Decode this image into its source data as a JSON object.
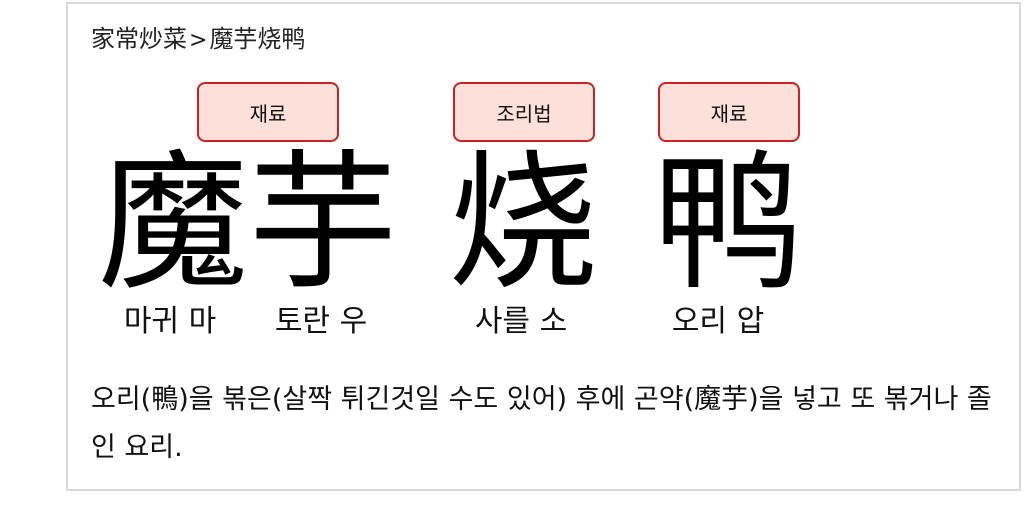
{
  "breadcrumb": {
    "category": "家常炒菜",
    "separator": ">",
    "current": "魔芋烧鸭"
  },
  "tags": [
    "재료",
    "조리법",
    "재료"
  ],
  "characters": [
    {
      "char": "魔",
      "reading": "마귀 마"
    },
    {
      "char": "芋",
      "reading": "토란 우"
    },
    {
      "char": "烧",
      "reading": "사를 소"
    },
    {
      "char": "鸭",
      "reading": "오리 압"
    }
  ],
  "description": "오리(鴨)을 볶은(살짝 튀긴것일 수도 있어) 후에 곤약(魔芋)을 넣고 또 볶거나 졸인 요리.",
  "colors": {
    "tag_background": "#fde0d9",
    "tag_border": "#cc2222",
    "card_border": "#d9d9d9"
  }
}
